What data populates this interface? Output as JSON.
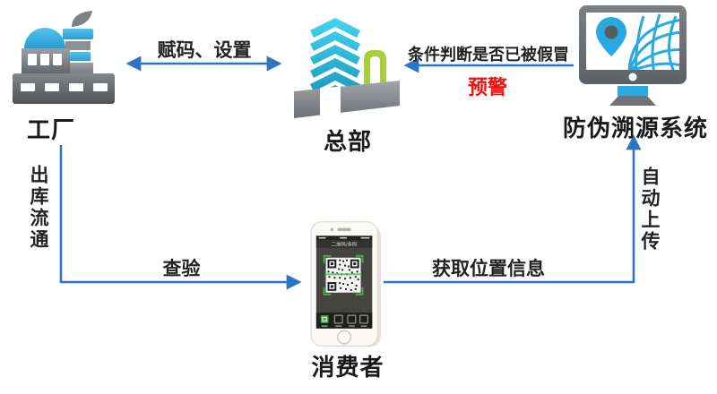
{
  "diagram": {
    "nodes": {
      "factory": {
        "label": "工厂",
        "icon": "factory-icon"
      },
      "headquarters": {
        "label": "总部",
        "icon": "office-building-icon"
      },
      "trace_system": {
        "label": "防伪溯源系统",
        "icon": "monitor-map-pin-globe-icon"
      },
      "consumer": {
        "label": "消费者",
        "icon": "smartphone-qr-scan-icon"
      }
    },
    "edges": {
      "hq_factory": {
        "label": "赋码、设置",
        "style": "double-headed-horizontal"
      },
      "system_hq": {
        "label": "条件判断是否已被假冒",
        "alert": "预警",
        "style": "left-arrow-horizontal"
      },
      "factory_consumer": {
        "corner_label": "出库流通",
        "label": "查验",
        "style": "down-then-right-arrow"
      },
      "consumer_system": {
        "label": "获取位置信息",
        "corner_label": "自动上传",
        "style": "right-then-up-arrow"
      }
    },
    "phone": {
      "titlebar": "二维码/条码"
    }
  },
  "colors": {
    "arrow_blue": "#2e74c6",
    "warning_red": "#ee1111",
    "accent_blue": "#29a9e2",
    "accent_green": "#a8cf3a",
    "icon_gray": "#6e7277",
    "scan_green": "#3fae3f",
    "text_black": "#1a1a1a"
  }
}
